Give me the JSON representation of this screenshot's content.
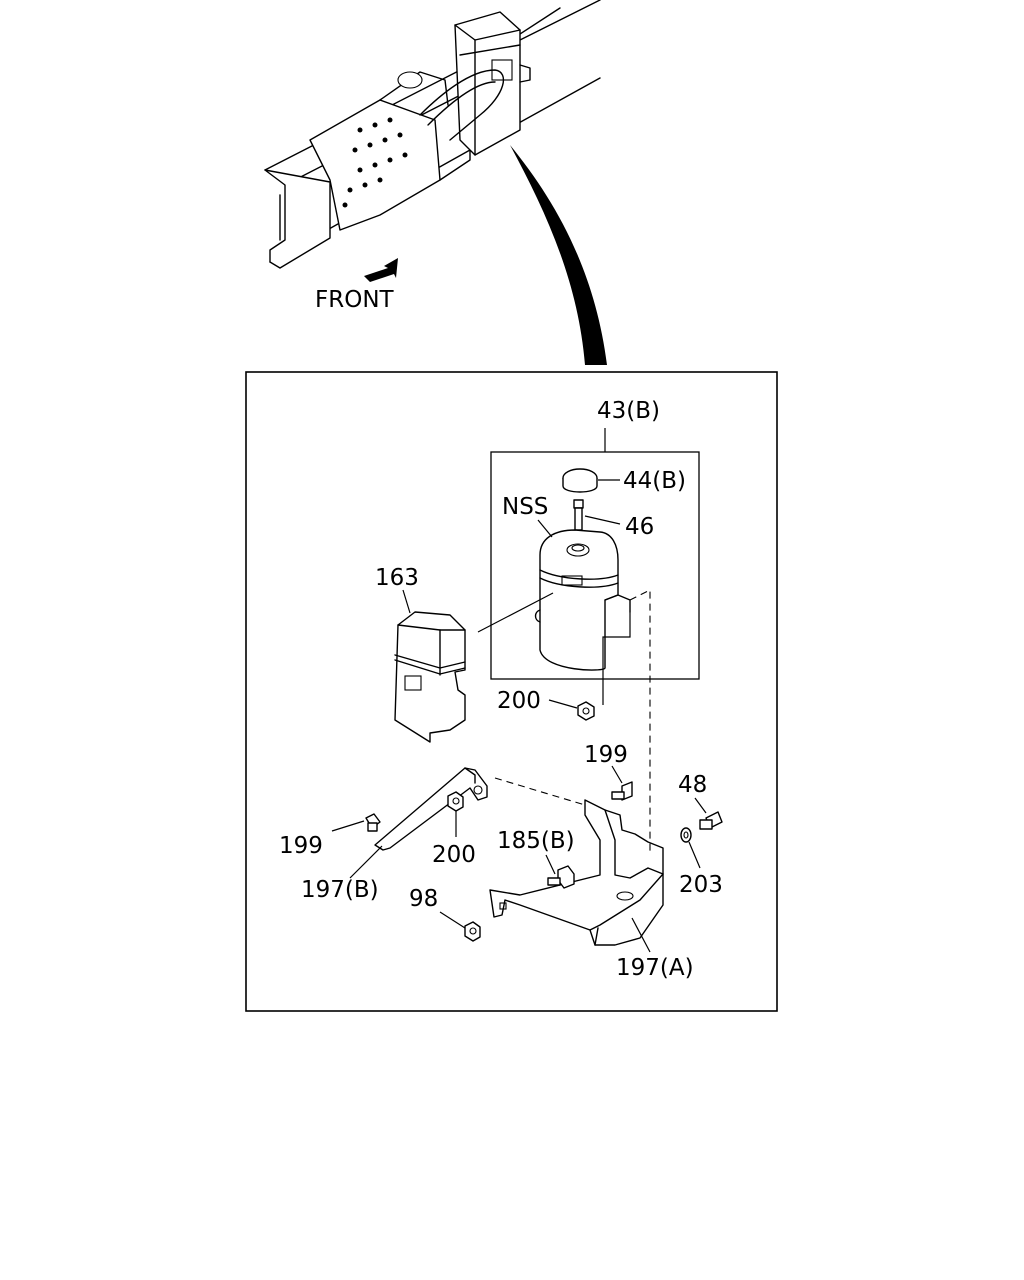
{
  "direction_label": "FRONT",
  "callouts": {
    "c43b": "43(B)",
    "c44b": "44(B)",
    "c46": "46",
    "nss": "NSS",
    "c163": "163",
    "c200a": "200",
    "c199a": "199",
    "c48": "48",
    "c199b": "199",
    "c200b": "200",
    "c185b": "185(B)",
    "c203": "203",
    "c197b": "197(B)",
    "c98": "98",
    "c197a": "197(A)"
  }
}
